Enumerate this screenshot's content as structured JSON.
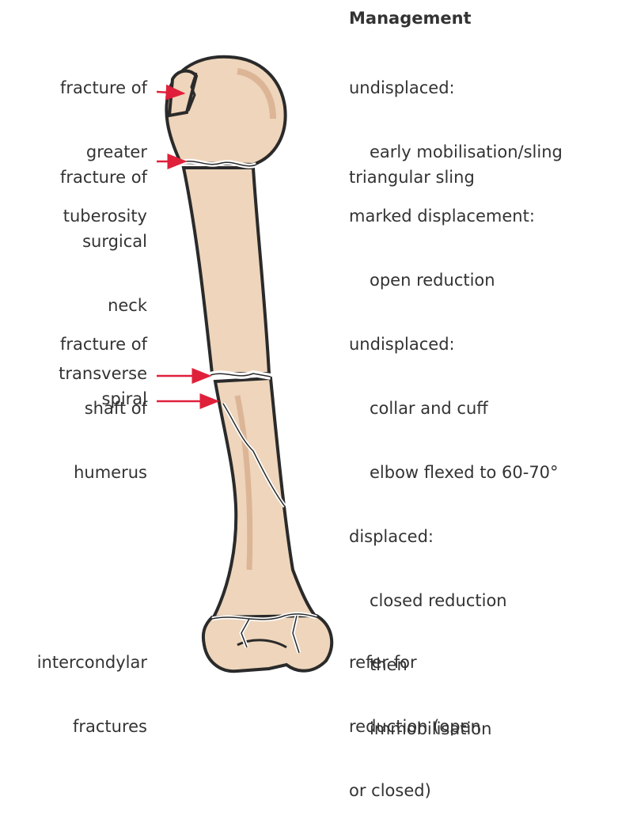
{
  "left_labels": {
    "greater_tuberosity": [
      "fracture of",
      "greater",
      "tuberosity"
    ],
    "surgical_neck": [
      "fracture of",
      "surgical",
      "neck"
    ],
    "shaft": [
      "fracture of",
      "shaft of",
      "humerus"
    ],
    "transverse": "transverse",
    "spiral": "spiral",
    "intercondylar": [
      "intercondylar",
      "fractures"
    ]
  },
  "management": {
    "heading": "Management",
    "greater_tuberosity": [
      "undisplaced:",
      "early mobilisation/sling",
      "marked displacement:",
      "open reduction"
    ],
    "surgical_neck": "triangular sling",
    "shaft": [
      "undisplaced:",
      "collar and cuff",
      "elbow flexed to 60-70°",
      "displaced:",
      "closed reduction",
      "then",
      "immobilisation"
    ],
    "intercondylar": [
      "refer for",
      "reduction (open",
      "or closed)"
    ]
  },
  "colors": {
    "bone": "#eed5bb",
    "bone_shade": "#dcb596",
    "outline": "#2a2a2a",
    "arrow": "#e0203a",
    "text": "#333333"
  }
}
